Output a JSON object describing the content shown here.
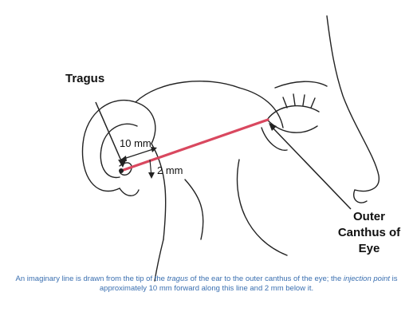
{
  "labels": {
    "tragus": "Tragus",
    "distance_forward": "10 mm",
    "distance_below": "2 mm",
    "canthus_line1": "Outer",
    "canthus_line2": "Canthus of",
    "canthus_line3": "Eye"
  },
  "caption": {
    "part1": "An imaginary line is drawn from the tip of the ",
    "tragus_word": "tragus",
    "part2": " of the ear to the outer canthus of the eye; the ",
    "injection_word": "injection point",
    "part3": " is approximately 10 mm forward along this line and 2 mm below it."
  },
  "colors": {
    "line_red": "#d9485f",
    "sketch": "#222222",
    "caption_blue": "#3a6fb0"
  }
}
